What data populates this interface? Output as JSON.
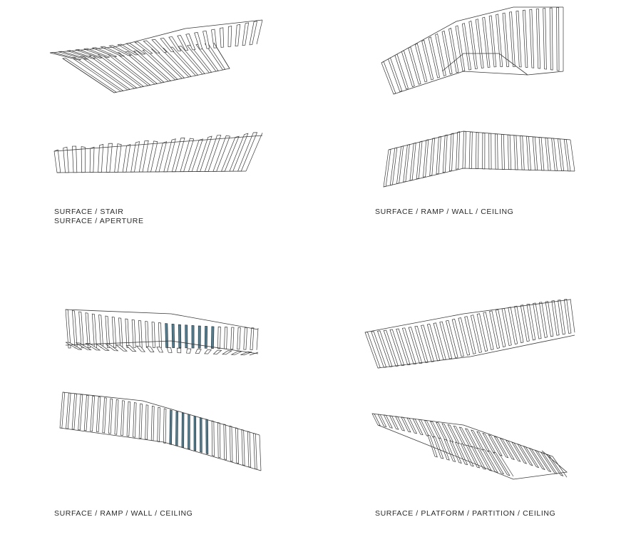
{
  "captions": {
    "stair": "SURFACE / STAIR",
    "aperture": "SURFACE / APERTURE",
    "ramp_wall_ceiling_1": "SURFACE / RAMP / WALL / CEILING",
    "ramp_wall_ceiling_2": "SURFACE / RAMP / WALL / CEILING",
    "platform_partition_ceiling": "SURFACE / PLATFORM / PARTITION / CEILING"
  },
  "colors": {
    "line": "#3a3a3a",
    "accent_blue": "#4e7f95",
    "background": "#ffffff",
    "text": "#2a2a2a"
  }
}
